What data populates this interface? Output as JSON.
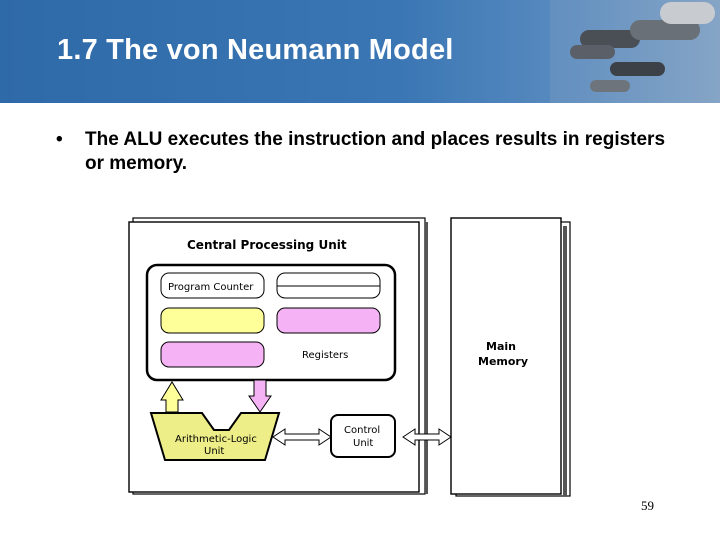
{
  "slide": {
    "title": "1.7 The von Neumann Model",
    "bullet_marker": "•",
    "bullet_text": "The ALU executes the instruction and places results in registers or memory.",
    "page_number": "59"
  },
  "diagram": {
    "cpu_label": "Central Processing Unit",
    "program_counter": "Program Counter",
    "registers": "Registers",
    "alu_line1": "Arithmetic-Logic",
    "alu_line2": "Unit",
    "control_line1": "Control",
    "control_line2": "Unit",
    "memory_line1": "Main",
    "memory_line2": "Memory"
  },
  "colors": {
    "header_blue": "#3a76b4",
    "register_yellow": "#ffff99",
    "register_pink": "#f5b3f5",
    "alu_yellow": "#eeee88"
  }
}
